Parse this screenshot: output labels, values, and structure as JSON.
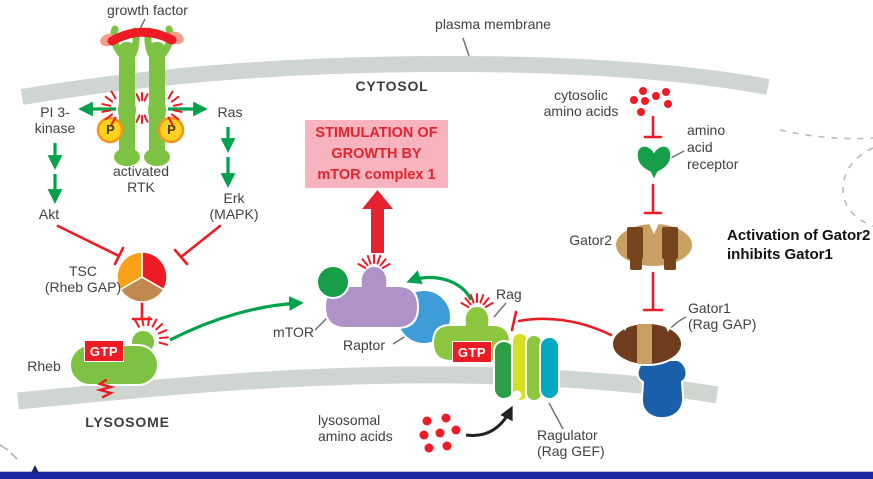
{
  "figure": {
    "compartments": {
      "plasma_membrane": "plasma membrane",
      "cytosol": "CYTOSOL",
      "lysosome": "LYSOSOME"
    },
    "growth_signaling": {
      "growth_factor": "growth factor",
      "activated_rtk": [
        "activated",
        "RTK"
      ],
      "phosphate": "P",
      "pi3_kinase": [
        "PI 3-",
        "kinase"
      ],
      "ras": "Ras",
      "akt": "Akt",
      "erk": [
        "Erk",
        "(MAPK)"
      ],
      "tsc": [
        "TSC",
        "(Rheb GAP)"
      ],
      "rheb": "Rheb",
      "rheb_gtp": "GTP"
    },
    "mtor_complex": {
      "stimulation_box": [
        "STIMULATION OF",
        "GROWTH BY",
        "mTOR complex 1"
      ],
      "mtor": "mTOR",
      "raptor": "Raptor"
    },
    "amino_acid_signaling": {
      "rag": "Rag",
      "rag_gtp": "GTP",
      "lysosomal_amino_acids": [
        "lysosomal",
        "amino acids"
      ],
      "ragulator": [
        "Ragulator",
        "(Rag GEF)"
      ],
      "cytosolic_amino_acids": [
        "cytosolic",
        "amino acids"
      ],
      "amino_acid_receptor": [
        "amino",
        "acid",
        "receptor"
      ],
      "gator2": "Gator2",
      "gator1": [
        "Gator1",
        "(Rag GAP)"
      ]
    },
    "annotation": [
      "Activation of Gator2",
      "inhibits Gator1"
    ]
  },
  "colors": {
    "membrane_gray": "#CFD6D1",
    "activation_green": "#00A14B",
    "inhibition_red": "#ED1C24",
    "rtk_green": "#7DC242",
    "ligand_pink": "#F59E8B",
    "phosphate_yellow": "#FFD21E",
    "phosphate_ring": "#F7941D",
    "tsc_orange": "#F9A11B",
    "tsc_red": "#ED1C24",
    "tsc_tan": "#C08A4E",
    "stim_box_pink": "#F7B3BE",
    "stim_text_red": "#E4232F",
    "mtor_purple": "#AF93C8",
    "mtor_green_subunit": "#169E49",
    "raptor_blue": "#3E9CD9",
    "rag_green": "#8CC63E",
    "ragulator_bars": [
      "#2E9E47",
      "#D7DF23",
      "#8CC63E",
      "#00A8C0"
    ],
    "receptor_green": "#169E49",
    "gator_tan": "#C9A063",
    "gator_dark_brown": "#77451D",
    "gator1_brown": "#6F3D1E",
    "anchor_blue": "#1B5FAA",
    "bottom_bar_blue": "#1928A2",
    "label_dark": "#414042"
  }
}
